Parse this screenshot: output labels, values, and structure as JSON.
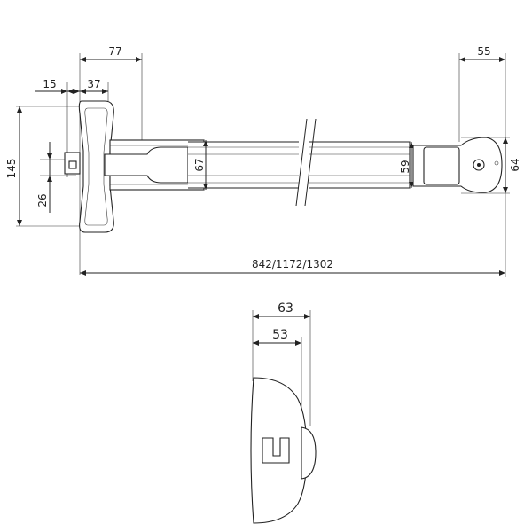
{
  "dimensions": {
    "top_77": "77",
    "top_55": "55",
    "left_15": "15",
    "left_37": "37",
    "height_145": "145",
    "height_26": "26",
    "inner_67": "67",
    "inner_59": "59",
    "right_64": "64",
    "overall_length": "842/1172/1302",
    "side_63": "63",
    "side_53": "53"
  }
}
